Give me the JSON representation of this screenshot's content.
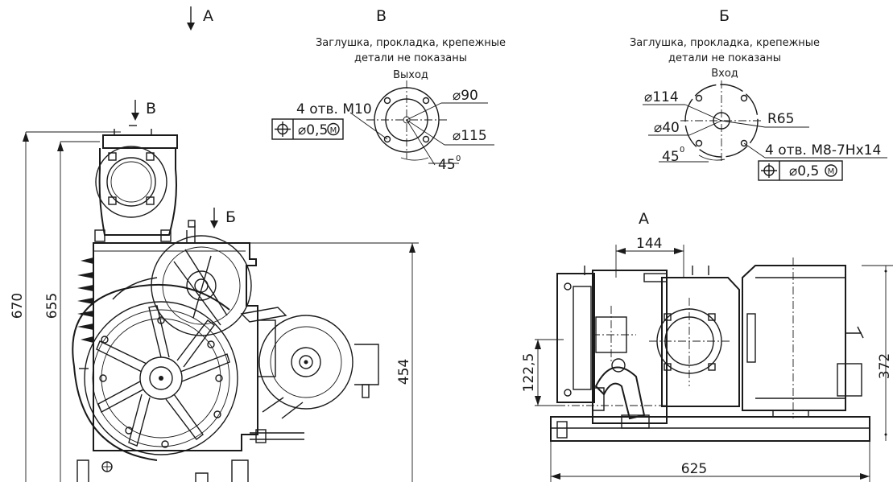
{
  "view_labels": {
    "arrow_a": "А",
    "view_v": "В",
    "view_b": "Б",
    "arrow_v": "В",
    "arrow_b": "Б",
    "view_a": "А"
  },
  "view_v_notes": {
    "line1": "Заглушка, прокладка, крепежные",
    "line2": "детали не показаны",
    "line3": "Выход"
  },
  "view_b_notes": {
    "line1": "Заглушка, прокладка, крепежные",
    "line2": "детали не показаны",
    "line3": "Вход"
  },
  "view_v_dims": {
    "holes": "4 отв. М10",
    "tolerance": "⌀0,5",
    "tol_mod": "M",
    "d_inner": "⌀90",
    "d_outer": "⌀115",
    "angle": "45",
    "angle_unit": "0"
  },
  "view_b_dims": {
    "d_outer": "⌀114",
    "d_inner": "⌀40",
    "radius": "R65",
    "angle": "45",
    "angle_unit": "0",
    "holes": "4 отв. М8-7Нх14",
    "tolerance": "⌀0,5",
    "tol_mod": "M"
  },
  "main_dims": {
    "h_total": "670",
    "h_flange": "655",
    "h_body": "454"
  },
  "view_a_dims": {
    "width_top": "144",
    "height_axis": "122,5",
    "height_right": "372",
    "width_base": "625"
  }
}
